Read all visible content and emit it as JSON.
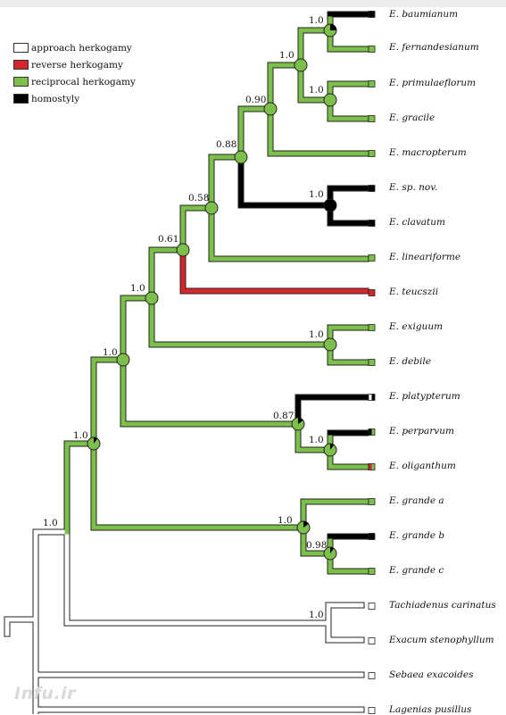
{
  "legend": [
    {
      "label": "approach herkogamy",
      "color": "#ffffff"
    },
    {
      "label": "reverse herkogamy",
      "color": "#d7262b"
    },
    {
      "label": "reciprocal herkogamy",
      "color": "#7cbf4a"
    },
    {
      "label": "homostyly",
      "color": "#000000"
    }
  ],
  "colors": {
    "reciprocal": "#7cbf4a",
    "reverse": "#d7262b",
    "homostyly": "#000000",
    "approach": "#ffffff",
    "outline": "#222222"
  },
  "taxa": [
    {
      "name": "E. baumianum",
      "state": "homostyly"
    },
    {
      "name": "E. fernandesianum",
      "state": "reciprocal"
    },
    {
      "name": "E. primulaeflorum",
      "state": "reciprocal"
    },
    {
      "name": "E. gracile",
      "state": "reciprocal"
    },
    {
      "name": "E. macropterum",
      "state": "reciprocal"
    },
    {
      "name": "E. sp. nov.",
      "state": "homostyly"
    },
    {
      "name": "E. clavatum",
      "state": "homostyly"
    },
    {
      "name": "E. lineariforme",
      "state": "reciprocal"
    },
    {
      "name": "E. teucszii",
      "state": "reverse"
    },
    {
      "name": "E. exiguum",
      "state": "reciprocal"
    },
    {
      "name": "E. debile",
      "state": "reciprocal"
    },
    {
      "name": "E. platypterum",
      "state": "approach-homostyly"
    },
    {
      "name": "E. perparvum",
      "state": "homostyly-reciprocal"
    },
    {
      "name": "E. oliganthum",
      "state": "reverse-reciprocal"
    },
    {
      "name": "E. grande a",
      "state": "reciprocal"
    },
    {
      "name": "E. grande b",
      "state": "homostyly"
    },
    {
      "name": "E. grande c",
      "state": "reciprocal"
    },
    {
      "name": "Tachiadenus carinatus",
      "state": "approach"
    },
    {
      "name": "Exacum stenophyllum",
      "state": "approach"
    },
    {
      "name": "Sebaea exacoides",
      "state": "approach"
    },
    {
      "name": "Lagenias pusillus",
      "state": "approach"
    }
  ],
  "support_values": [
    "1.0",
    "1.0",
    "1.0",
    "0.90",
    "0.88",
    "1.0",
    "0.58",
    "0.61",
    "1.0",
    "1.0",
    "1.0",
    "0.87",
    "1.0",
    "1.0",
    "1.0",
    "0.98",
    "1.0",
    "1.0"
  ],
  "watermark": "Infu.ir"
}
